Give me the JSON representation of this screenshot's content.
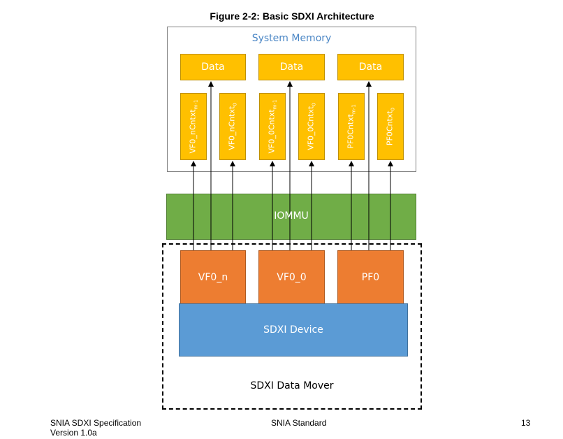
{
  "figure_title": "Figure 2-2:  Basic SDXI Architecture",
  "system_memory": {
    "label": "System Memory",
    "data_boxes": [
      "Data",
      "Data",
      "Data"
    ],
    "contexts": [
      {
        "base": "VF0_nCntxt",
        "sub": "m-1"
      },
      {
        "base": "VF0_nCntxt",
        "sub": "0"
      },
      {
        "base": "VF0_0Cntxt",
        "sub": "m-1"
      },
      {
        "base": "VF0_0Cntxt",
        "sub": "0"
      },
      {
        "base": "PF0Cntxt",
        "sub": "m-1"
      },
      {
        "base": "PF0Cntxt",
        "sub": "0"
      }
    ]
  },
  "iommu_label": "IOMMU",
  "functions": [
    "VF0_n",
    "VF0_0",
    "PF0"
  ],
  "device_label": "SDXI Device",
  "data_mover_label": "SDXI Data Mover",
  "footer": {
    "spec": "SNIA SDXI Specification",
    "version": "Version 1.0a",
    "standard": "SNIA Standard",
    "page": "13"
  },
  "colors": {
    "memory_boxes": "#ffc000",
    "iommu": "#70ad47",
    "functions": "#ed7d31",
    "device": "#5b9bd5",
    "system_memory_label": "#4a86c5"
  }
}
